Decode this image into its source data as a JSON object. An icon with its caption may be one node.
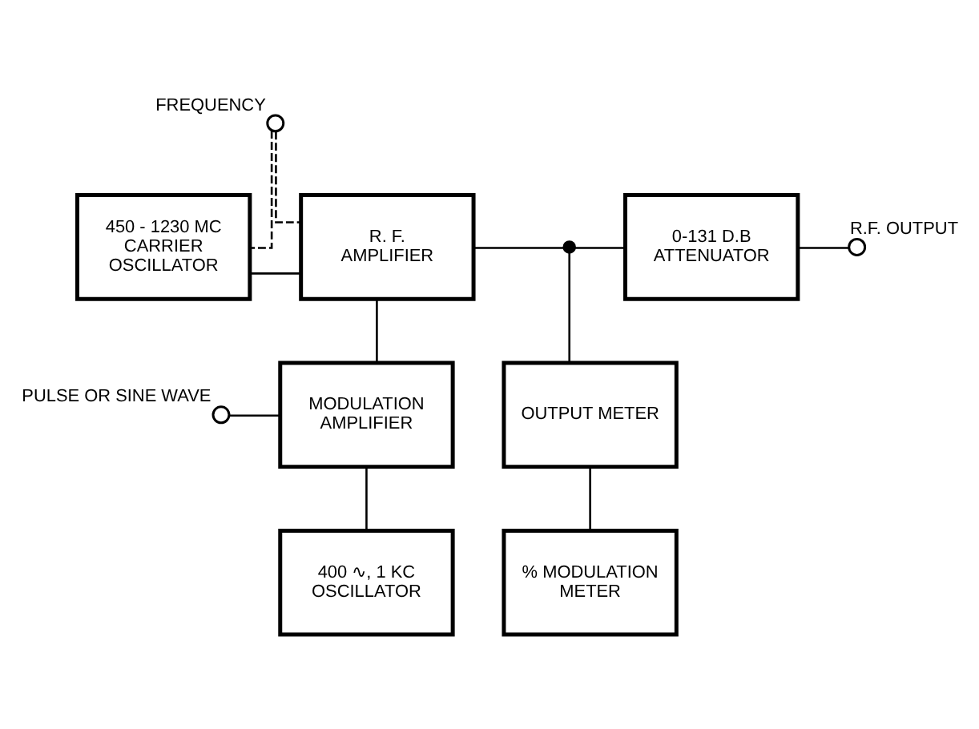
{
  "diagram": {
    "nodes": [
      {
        "text": [],
        "shape": "circle",
        "beside": [
          "FREQUENCY"
        ]
      },
      {
        "text": [
          "450 - 1230 MC CARRIER OSCILLATOR"
        ]
      },
      {
        "text": [
          "R. F. AMPLIFIER"
        ]
      },
      {
        "text": [],
        "shape": "dot"
      },
      {
        "text": [
          "0-131 D.B ATTENUATOR"
        ]
      },
      {
        "text": [],
        "shape": "circle",
        "beside": [
          "R.F. OUTPUT"
        ]
      },
      {
        "text": [],
        "shape": "circle",
        "beside": [
          "PULSE OR SINE WAVE"
        ]
      },
      {
        "text": [
          "MODULATION AMPLIFIER"
        ]
      },
      {
        "text": [
          "OUTPUT METER"
        ]
      },
      {
        "text": [
          "400 ∿, 1 KC OSCILLATOR"
        ]
      },
      {
        "text": [
          "% MODULATION METER"
        ]
      }
    ],
    "edges": [
      {
        "from": 0,
        "to": 1,
        "arrow": "none",
        "style": "dashed"
      },
      {
        "from": 0,
        "to": 2,
        "arrow": "none",
        "style": "dashed"
      },
      {
        "from": 1,
        "to": 2,
        "arrow": "none"
      },
      {
        "from": 2,
        "to": 3,
        "arrow": "none"
      },
      {
        "from": 3,
        "to": 4,
        "arrow": "none"
      },
      {
        "from": 4,
        "to": 5,
        "arrow": "none"
      },
      {
        "from": 2,
        "to": 7,
        "arrow": "none"
      },
      {
        "from": 3,
        "to": 8,
        "arrow": "none"
      },
      {
        "from": 6,
        "to": 7,
        "arrow": "none"
      },
      {
        "from": 7,
        "to": 9,
        "arrow": "none"
      },
      {
        "from": 8,
        "to": 10,
        "arrow": "none"
      }
    ]
  }
}
